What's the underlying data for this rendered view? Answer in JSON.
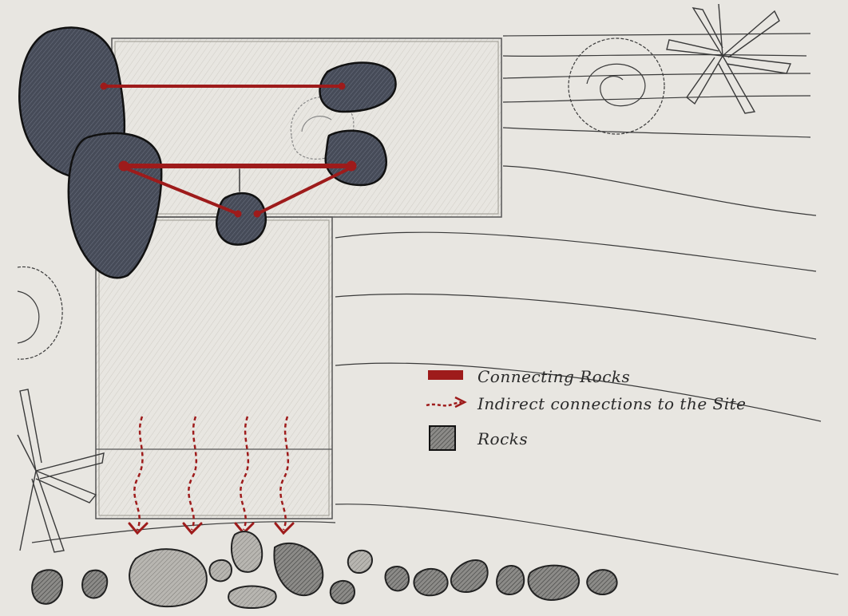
{
  "legend": {
    "connecting_label": "Connecting Rocks",
    "indirect_label": "Indirect connections to the Site",
    "rocks_label": "Rocks"
  },
  "colors": {
    "paper": "#e8e6e1",
    "ink": "#2b2b2b",
    "rock_fill": "#4a4f5c",
    "connection_red": "#9e1b1b",
    "hatch_gray": "#bdbab3"
  }
}
